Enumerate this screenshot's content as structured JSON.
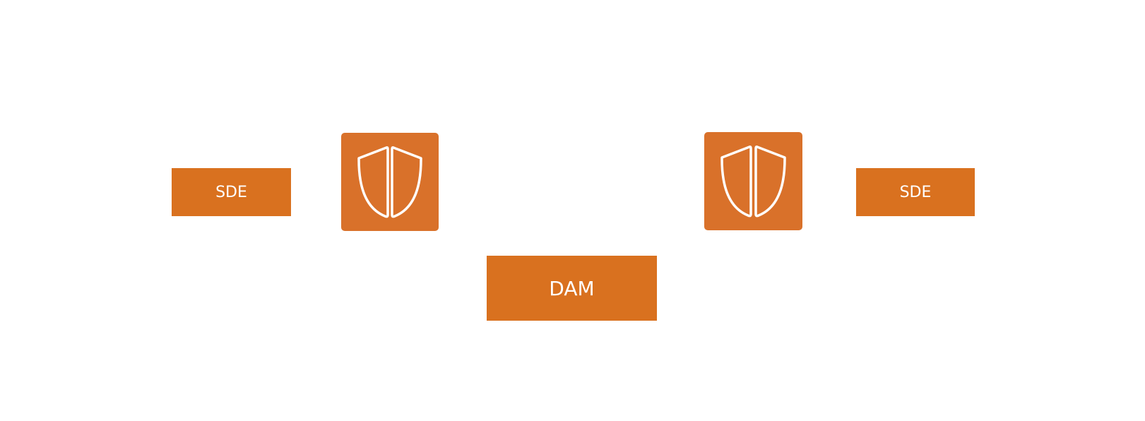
{
  "colors": {
    "box_fill": "#D9711F",
    "icon_tile_fill": "#D9712A",
    "text": "#FFFFFF",
    "background": "#FFFFFF"
  },
  "nodes": {
    "left": {
      "label": "SDE"
    },
    "right": {
      "label": "SDE"
    },
    "center": {
      "label": "DAM"
    }
  },
  "icons": {
    "left": "shield-icon",
    "right": "shield-icon"
  }
}
